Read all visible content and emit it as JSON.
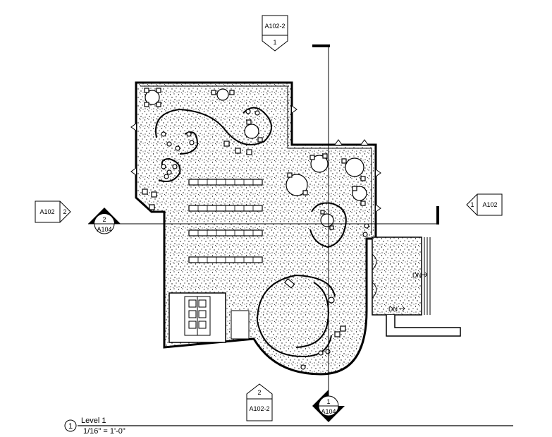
{
  "elevation_markers": {
    "top": {
      "sheet": "A102-2",
      "number": "1"
    },
    "left": {
      "sheet": "A102",
      "number": "2"
    },
    "right": {
      "sheet": "A102",
      "number": "1"
    },
    "bottom": {
      "sheet": "A102-2",
      "number": "2"
    }
  },
  "section_markers": {
    "left": {
      "number": "2",
      "sheet": "A104"
    },
    "bottom": {
      "number": "1",
      "sheet": "A104"
    }
  },
  "stair_labels": {
    "upper": "DN",
    "lower": "DN"
  },
  "view_title": {
    "number": "1",
    "name": "Level 1",
    "scale": "1/16\" = 1'-0\""
  },
  "colors": {
    "line": "#000000",
    "fill": "#ffffff",
    "hatch": "#000000"
  }
}
